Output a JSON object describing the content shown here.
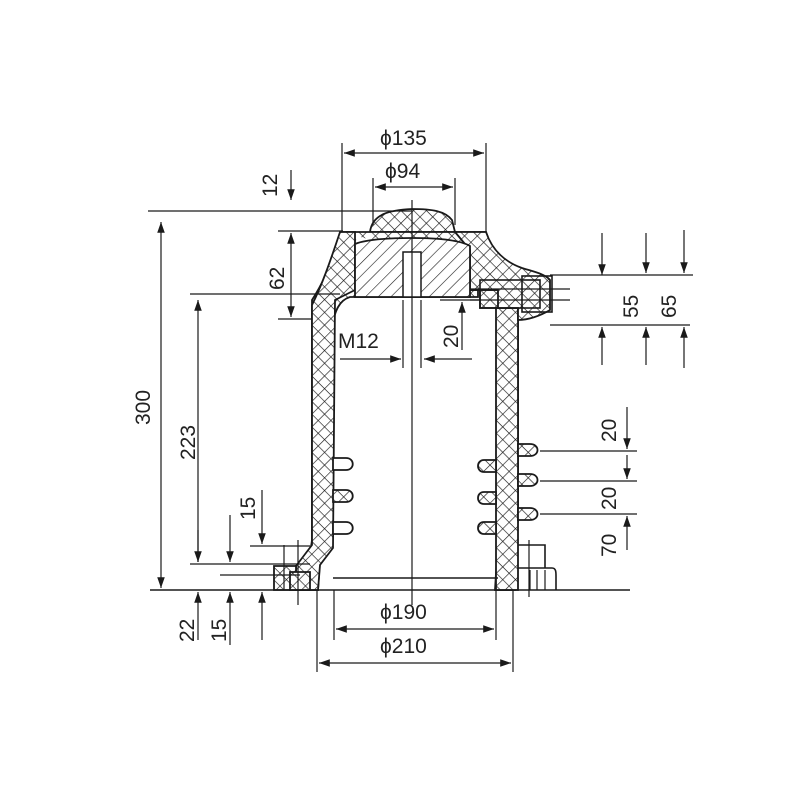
{
  "drawing": {
    "title": "Insulator cross-section dimension drawing",
    "colors": {
      "line": "#1a1a1a",
      "background": "#ffffff",
      "text": "#222222"
    },
    "dimensions": {
      "top_outer_diameter": "ϕ135",
      "top_inner_diameter": "ϕ94",
      "top_offset": "12",
      "head_height": "62",
      "overall_height": "300",
      "inner_height": "223",
      "thread": "M12",
      "insert_depth": "20",
      "side_port_inner": "55",
      "side_port_outer": "65",
      "shed_spacing_top": "20",
      "shed_spacing_mid": "20",
      "shed_bottom_offset": "70",
      "flange_step": "15",
      "base_height_left": "22",
      "base_step_left": "15",
      "bottom_inner_diameter": "ϕ190",
      "bottom_outer_diameter": "ϕ210"
    }
  }
}
